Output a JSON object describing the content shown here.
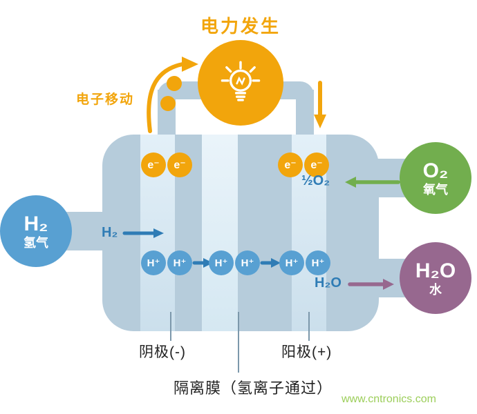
{
  "title": "电力发生",
  "electron_flow_label": "电子移动",
  "watermark": "www.cntronics.com",
  "nodes": {
    "h2": {
      "formula": "H₂",
      "name": "氢气"
    },
    "o2": {
      "formula": "O₂",
      "name": "氧气"
    },
    "h2o": {
      "formula": "H₂O",
      "name": "水"
    }
  },
  "cell": {
    "electrons": [
      "e⁻",
      "e⁻",
      "e⁻",
      "e⁻"
    ],
    "protons": [
      "H⁺",
      "H⁺",
      "H⁺",
      "H⁺",
      "H⁺",
      "H⁺"
    ],
    "h2_label": "H₂",
    "half_o2_label": "½O₂",
    "h2o_label": "H₂O"
  },
  "bottom_labels": {
    "cathode": "阴极(-)",
    "anode": "阳极(+)",
    "membrane": "隔离膜（氢离子通过）"
  },
  "colors": {
    "orange": "#F2A50C",
    "body_blue": "#B6CCDB",
    "node_blue": "#58A0D2",
    "text_blue": "#2F7CB5",
    "green": "#72AE4E",
    "purple": "#97688F",
    "watermark_green": "#9CCE5A"
  }
}
